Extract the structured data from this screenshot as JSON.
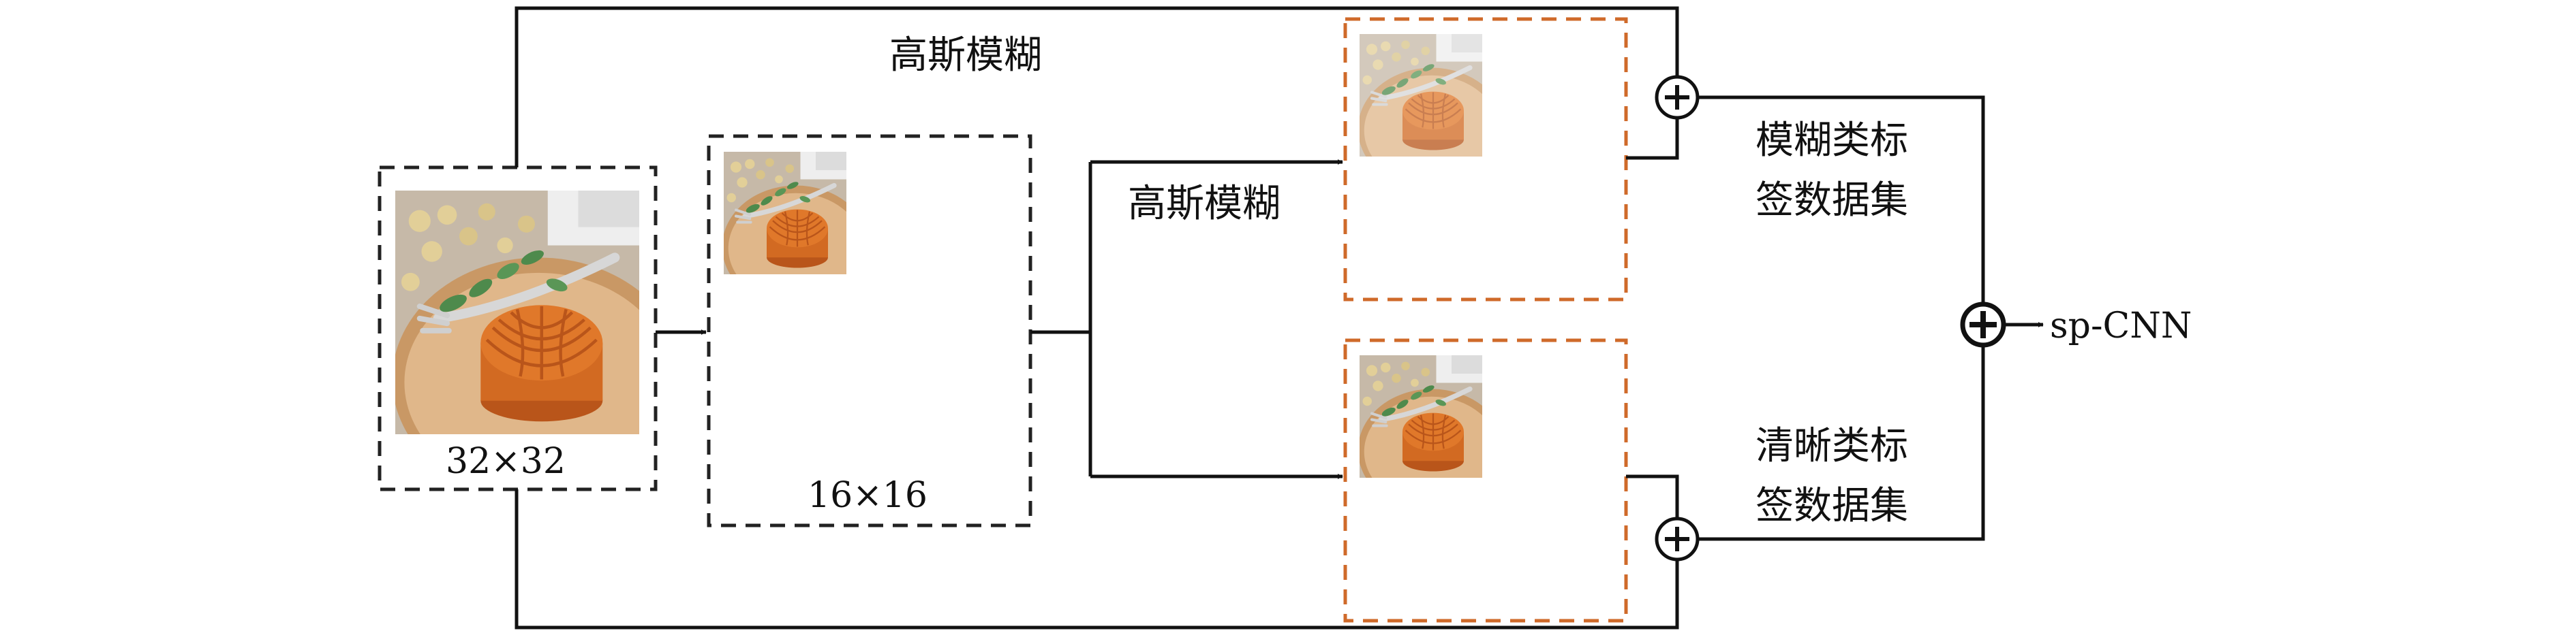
{
  "labels": {
    "gaussian_blur_top": "高斯模糊",
    "gaussian_blur_mid": "高斯模糊",
    "input_size": "32×32",
    "patch_size": "16×16",
    "blur_dataset_line1": "模糊类标",
    "blur_dataset_line2": "签数据集",
    "clear_dataset_line1": "清晰类标",
    "clear_dataset_line2": "签数据集",
    "output": "sp-CNN"
  },
  "colors": {
    "line": "#111111",
    "dashed_box": "#222222",
    "orange_box": "#cf6a2a",
    "plate": "#e0b78a",
    "plate_rim": "#c99865",
    "mooncake": "#e0782a",
    "mooncake_stripe": "#b9551a",
    "background": "#c6b9a8",
    "nut": "#e2cf98",
    "leaf": "#4e8a4c",
    "fork": "#d7d7d7"
  },
  "icons": {
    "adder": "circled-plus-icon",
    "arrow": "arrow-head-icon",
    "image": "mooncake-photo"
  }
}
